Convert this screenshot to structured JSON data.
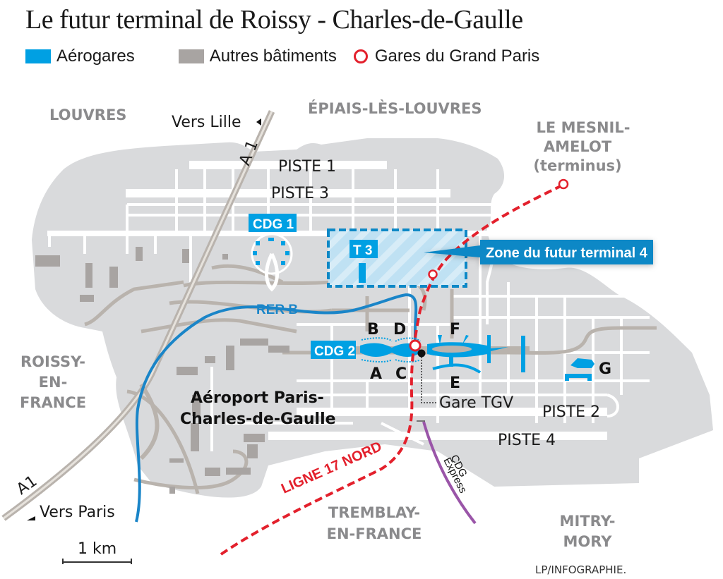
{
  "title": "Le futur terminal de Roissy - Charles-de-Gaulle",
  "legend": [
    {
      "label": "Aérogares",
      "color": "#00a0e3",
      "icon": "blue-square-icon"
    },
    {
      "label": "Autres bâtiments",
      "color": "#a8a4a2",
      "icon": "grey-square-icon"
    },
    {
      "label": "Gares du Grand Paris",
      "color": "#e3202c",
      "icon": "red-ring-icon"
    }
  ],
  "colors": {
    "airport_area": "#d9dadc",
    "terminal_blue": "#00a0e3",
    "callout_blue": "#0d88c6",
    "rer_b": "#1a85c8",
    "ligne17": "#e3202c",
    "cdg_express": "#9a55a8",
    "roads": "#b9b3ad",
    "place_grey": "#8a8a8c"
  },
  "places": {
    "louvres": "LOUVRES",
    "epiais": "ÉPIAIS-LÈS-LOUVRES",
    "mesnil_1": "LE MESNIL-",
    "mesnil_2": "AMELOT",
    "mesnil_3": "(terminus)",
    "roissy_1": "ROISSY-",
    "roissy_2": "EN-",
    "roissy_3": "FRANCE",
    "tremblay_1": "TREMBLAY-",
    "tremblay_2": "EN-FRANCE",
    "mitry_1": "MITRY-",
    "mitry_2": "MORY"
  },
  "roads": {
    "a1_top": "A 1",
    "a1_bottom": "A1",
    "vers_lille": "Vers Lille",
    "vers_paris": "Vers Paris"
  },
  "runways": {
    "piste1": "PISTE 1",
    "piste3": "PISTE 3",
    "piste2": "PISTE 2",
    "piste4": "PISTE 4"
  },
  "terminals": {
    "cdg1": "CDG 1",
    "cdg2": "CDG 2",
    "t3": "T 3",
    "a": "A",
    "b": "B",
    "c": "C",
    "d": "D",
    "e": "E",
    "f": "F",
    "g": "G"
  },
  "lines": {
    "rer_b": "RER B",
    "ligne17": "LIGNE 17 NORD",
    "cdg_express_1": "CDG",
    "cdg_express_2": "Express",
    "gare_tgv": "Gare TGV"
  },
  "callout": "Zone du futur terminal 4",
  "airport_name_1": "Aéroport Paris-",
  "airport_name_2": "Charles-de-Gaulle",
  "scale": "1 km",
  "credit": "LP/INFOGRAPHIE."
}
